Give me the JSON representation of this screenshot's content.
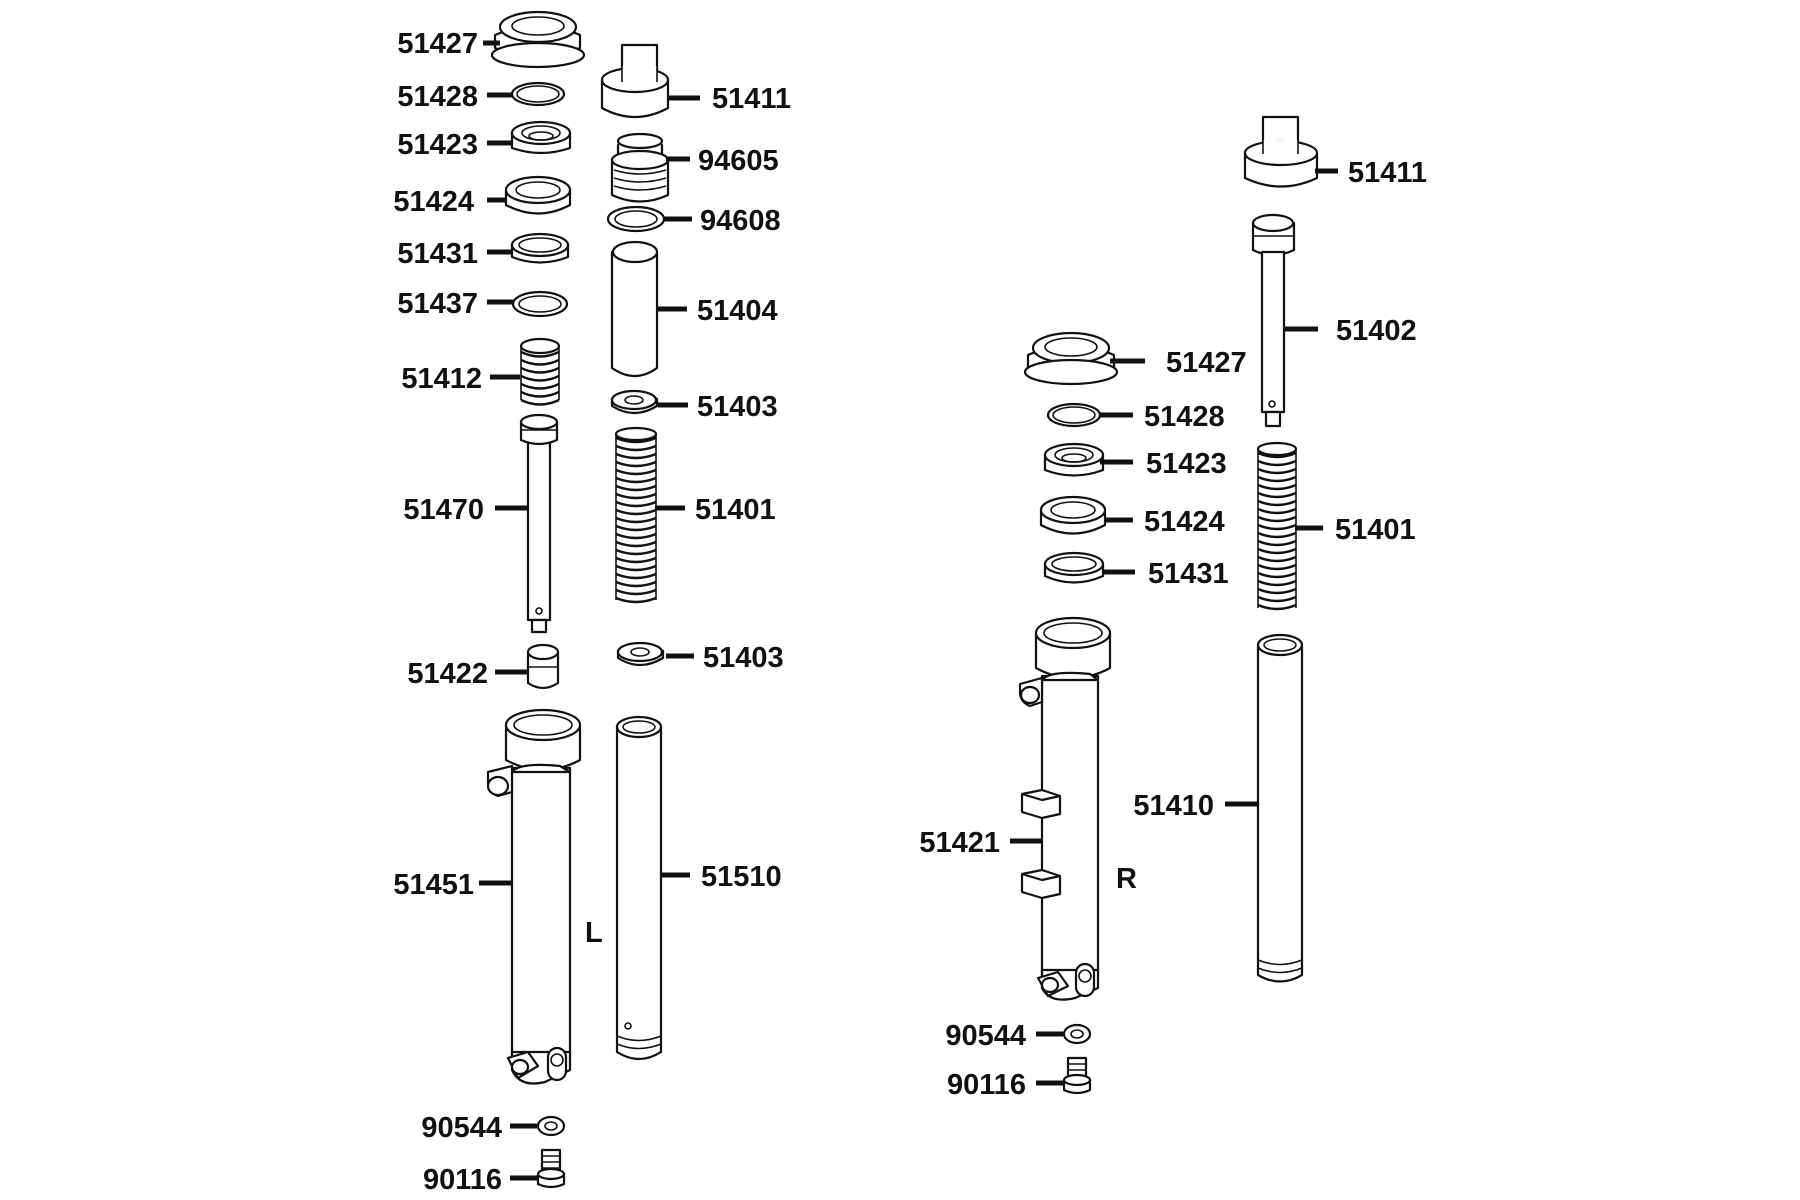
{
  "diagram": {
    "side_labels": {
      "left": "L",
      "right": "R"
    },
    "left_fork": {
      "cap_seat": "51427",
      "cap_ring": "51428",
      "bearing_upper": "51423",
      "bearing_race": "51424",
      "dust_ring": "51431",
      "small_ring": "51437",
      "short_spring": "51412",
      "damper_rod": "51470",
      "damper_bush": "51422",
      "outer_tube": "51451",
      "washer": "90544",
      "bolt": "90116",
      "top_sleeve": "51411",
      "top_plug": "94605",
      "plug_oring": "94608",
      "spacer_tube": "51404",
      "washer_upper": "51403",
      "main_spring": "51401",
      "washer_lower": "51403",
      "inner_tube": "51510"
    },
    "right_fork": {
      "top_sleeve": "51411",
      "damper_rod": "51402",
      "main_spring": "51401",
      "inner_tube": "51410",
      "cap_seat": "51427",
      "cap_ring": "51428",
      "bearing_upper": "51423",
      "bearing_race": "51424",
      "dust_ring": "51431",
      "outer_tube": "51421",
      "washer": "90544",
      "bolt": "90116"
    }
  }
}
